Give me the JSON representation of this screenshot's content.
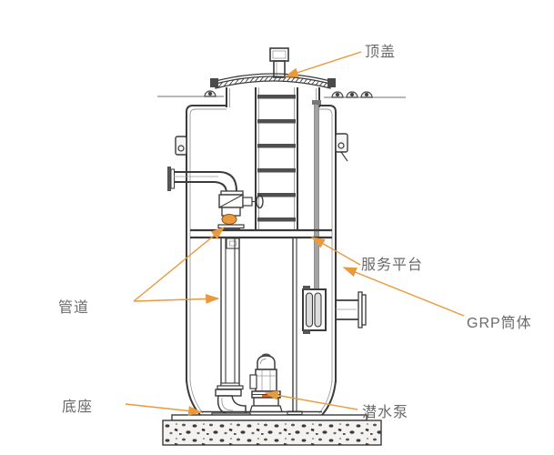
{
  "labels": {
    "top_cover": {
      "text": "顶盖"
    },
    "service_platform": {
      "text": "服务平台"
    },
    "grp_shell": {
      "text": "GRP筒体"
    },
    "pipes": {
      "text": "管道"
    },
    "base": {
      "text": "底座"
    },
    "submersible_pump": {
      "text": "潜水泵"
    }
  },
  "colors": {
    "leader_orange": "#e89a3d",
    "label_gray": "#6a6a6a",
    "line_dark": "#3b3b3b",
    "pump_band_orange": "#e0661f"
  }
}
